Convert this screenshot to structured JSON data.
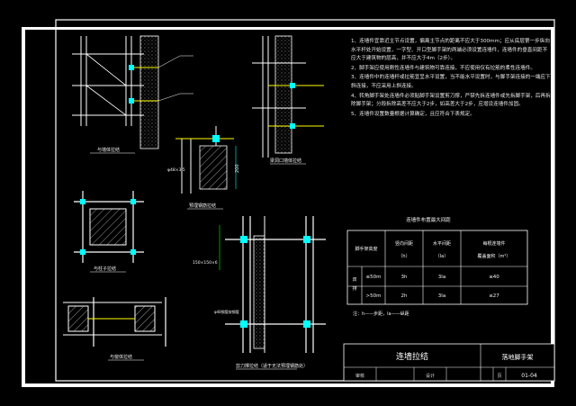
{
  "notes": [
    "1、连墙件宜靠近主节点设置，偏离主节点的距离不应大于300mm；应从底层第一步纵向水平杆处开始设置，一字型、开口型脚手架的两端必须设置连墙件，连墙件的垂直间距不应大于建筑物的层高，并不应大于4m（2步）。",
    "2、脚手架应使用刚性连墙件与建筑物可靠连接，不应使用仅有拉筋的柔性连墙件。",
    "3、连墙件中的连墙杆或拉筋宜呈水平设置，当不能水平设置时，与脚手架连接的一端应下斜连接，不应采用上斜连接。",
    "4、转角脚手架处连墙件必须贴脚手架设置剪刀撑，严禁先拆连墙件或先拆脚手架，后再拆除脚手架；分段拆除高差不应大于2步，如高差大于2步，应增设连墙件加固。",
    "5、连墙件设置数量根据计算确定，且应符合下表规定。"
  ],
  "table": {
    "title": "连墙件布置最大间距",
    "headers": [
      "脚手架高度",
      "竖向间距",
      "水平间距",
      "每根连墙件"
    ],
    "subheaders": [
      "（h）",
      "（la）",
      "覆盖面积（m²）"
    ],
    "row_label": [
      "双",
      "排"
    ],
    "rows": [
      {
        "height": "≤50m",
        "vertical": "3h",
        "horizontal": "3la",
        "area": "≤40"
      },
      {
        "height": ">50m",
        "vertical": "2h",
        "horizontal": "3la",
        "area": "≤27"
      }
    ],
    "note": "注：h——步距，la——纵距"
  },
  "labels": {
    "detail1": "与墙体拉结",
    "detail2": "梁洞口墙体拉结",
    "detail3": "预埋钢筋拉结",
    "detail4": "与柱子拉结",
    "detail5": "与窗体拉结",
    "detail6": "剪刀撑拉结（适于无法预埋钢筋处）",
    "dim_a": "φ48×3.5",
    "dim_b": "200",
    "dim_c": "150×150×6",
    "dim_d": "φ48钢管穿钢管"
  },
  "title_block": {
    "main_title": "连墙拉结",
    "project": "落地脚手架",
    "checker_label": "审核",
    "designer_label": "设计",
    "page_label": "页",
    "page_no": "01-04"
  },
  "colors": {
    "line": "#ffffff",
    "dim": "#ffff00",
    "accent": "#00ffff",
    "green": "#00ff00"
  }
}
